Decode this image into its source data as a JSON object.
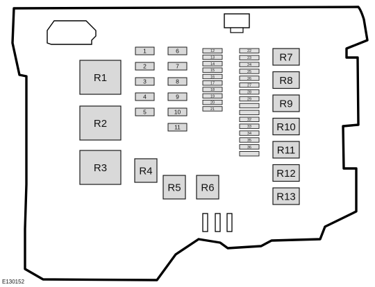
{
  "diagram": {
    "reference_code": "E130152",
    "relays_large": [
      "R1",
      "R2",
      "R3"
    ],
    "relays_small": [
      "R4",
      "R5",
      "R6"
    ],
    "relays_right": [
      "R7",
      "R8",
      "R9",
      "R10",
      "R11",
      "R12",
      "R13"
    ],
    "fuses_col1": [
      "1",
      "2",
      "3",
      "4",
      "5"
    ],
    "fuses_col2": [
      "6",
      "7",
      "8",
      "9",
      "10",
      "11"
    ],
    "minifuses_col1": [
      "12",
      "13",
      "14",
      "15",
      "16",
      "17",
      "18",
      "19",
      "20",
      "21"
    ],
    "minifuses_col2": [
      "22",
      "23",
      "24",
      "25",
      "26",
      "27",
      "28",
      "29",
      "",
      "",
      "32",
      "33",
      "34",
      "35",
      "36",
      ""
    ]
  }
}
